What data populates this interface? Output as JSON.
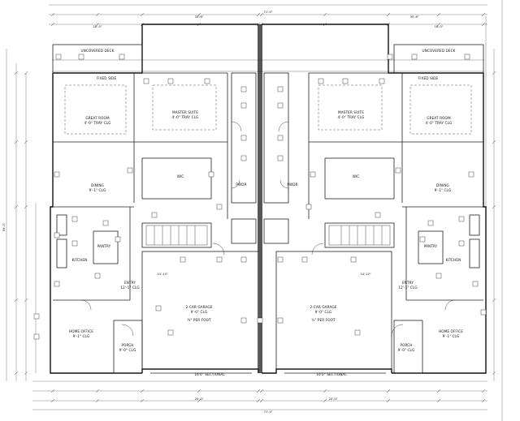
{
  "plan": {
    "units": [
      {
        "side": "left",
        "rooms": {
          "uncovered_deck": "UNCOVERED DECK",
          "great_room": "GREAT ROOM",
          "great_room_ceiling": "4'-0\" TRAY CLG",
          "master_suite": "MASTER SUITE",
          "master_suite_ceiling": "4'-0\" TRAY CLG",
          "dining": "DINING",
          "dining_ceiling": "9'-1\" CLG",
          "kitchen": "KITCHEN",
          "entry": "ENTRY",
          "entry_ceiling": "12'-1\" CLG",
          "home_office": "HOME OFFICE",
          "home_office_ceiling": "9'-1\" CLG",
          "porch": "PORCH",
          "porch_ceiling": "9'-0\" CLG",
          "garage": "2-CAR GARAGE",
          "garage_ceiling": "9'-0\" CLG",
          "garage_slope": "¼\" PER FOOT",
          "garage_door": "16'0\" SECTIONAL",
          "wic": "WIC",
          "pantry": "PANTRY",
          "pwdr": "PWDR",
          "fixed_side": "FIXED SIDE"
        }
      },
      {
        "side": "right",
        "rooms": {
          "uncovered_deck": "UNCOVERED DECK",
          "great_room": "GREAT ROOM",
          "great_room_ceiling": "4'-0\" TRAY CLG",
          "master_suite": "MASTER SUITE",
          "master_suite_ceiling": "4'-0\" TRAY CLG",
          "dining": "DINING",
          "dining_ceiling": "9'-1\" CLG",
          "kitchen": "KITCHEN",
          "entry": "ENTRY",
          "entry_ceiling": "12'-1\" CLG",
          "home_office": "HOME OFFICE",
          "home_office_ceiling": "9'-1\" CLG",
          "porch": "PORCH",
          "porch_ceiling": "9'-0\" CLG",
          "garage": "2-CAR GARAGE",
          "garage_ceiling": "9'-0\" CLG",
          "garage_slope": "¼\" PER FOOT",
          "garage_door": "16'0\" SECTIONAL",
          "wic": "WIC",
          "pantry": "PANTRY",
          "pwdr": "PWDR",
          "fixed_side": "FIXED SIDE"
        }
      }
    ],
    "dimensions": {
      "overall_top": "71'-0\"",
      "overall_bottom": "71'-0\"",
      "top_left": "35'-6\"",
      "top_right": "35'-6\"",
      "deck_left": "18'-0\"",
      "deck_right": "18'-0\"",
      "overall_left": "59'-0\"",
      "garage_width": "20'-0\"",
      "entry_left": "14'-10\"",
      "entry_right": "14'-10\""
    }
  }
}
